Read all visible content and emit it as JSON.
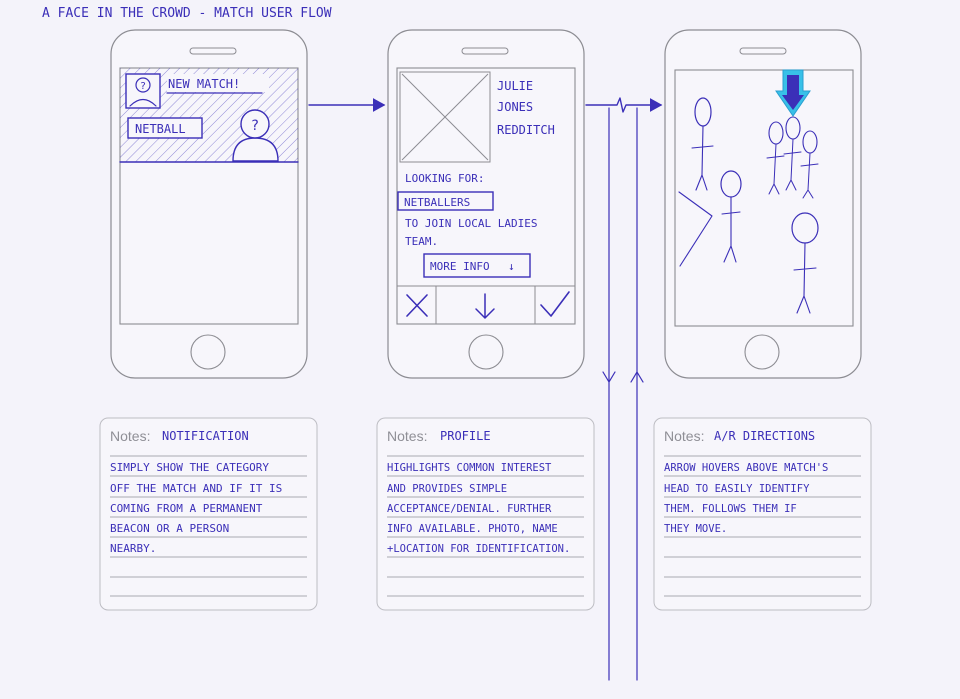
{
  "title": "A FACE IN THE CROWD - MATCH USER FLOW",
  "colors": {
    "ink": "#3b2fb8",
    "paper": "#f4f3fa",
    "device_outline": "#8c8c92",
    "highlight": "#38c0e8"
  },
  "screens": [
    {
      "name": "notification",
      "new_match_label": "NEW MATCH!",
      "category_label": "NETBALL",
      "avatar_mark": "?",
      "person_mark": "?",
      "notes_label": "Notes:",
      "notes_title": "NOTIFICATION",
      "notes_lines": [
        "SIMPLY SHOW THE CATEGORY",
        "OFF THE MATCH AND IF IT IS",
        "COMING FROM A PERMANENT",
        "BEACON OR A PERSON",
        "NEARBY."
      ]
    },
    {
      "name": "profile",
      "profile_name_lines": [
        "JULIE",
        "JONES",
        "REDDITCH"
      ],
      "looking_for_label": "LOOKING FOR:",
      "interest_tag": "NETBALLERS",
      "description_lines": [
        "TO JOIN LOCAL LADIES",
        "TEAM."
      ],
      "more_info_label": "MORE INFO",
      "more_info_icon": "↓",
      "notes_label": "Notes:",
      "notes_title": "PROFILE",
      "notes_lines": [
        "HIGHLIGHTS COMMON INTEREST",
        "AND PROVIDES SIMPLE",
        "ACCEPTANCE/DENIAL. FURTHER",
        "INFO AVAILABLE. PHOTO, NAME",
        "+LOCATION FOR IDENTIFICATION."
      ]
    },
    {
      "name": "ar-directions",
      "notes_label": "Notes:",
      "notes_title": "A/R DIRECTIONS",
      "notes_lines": [
        "ARROW HOVERS ABOVE MATCH'S",
        "HEAD TO EASILY IDENTIFY",
        "THEM. FOLLOWS THEM IF",
        "THEY MOVE."
      ]
    }
  ]
}
